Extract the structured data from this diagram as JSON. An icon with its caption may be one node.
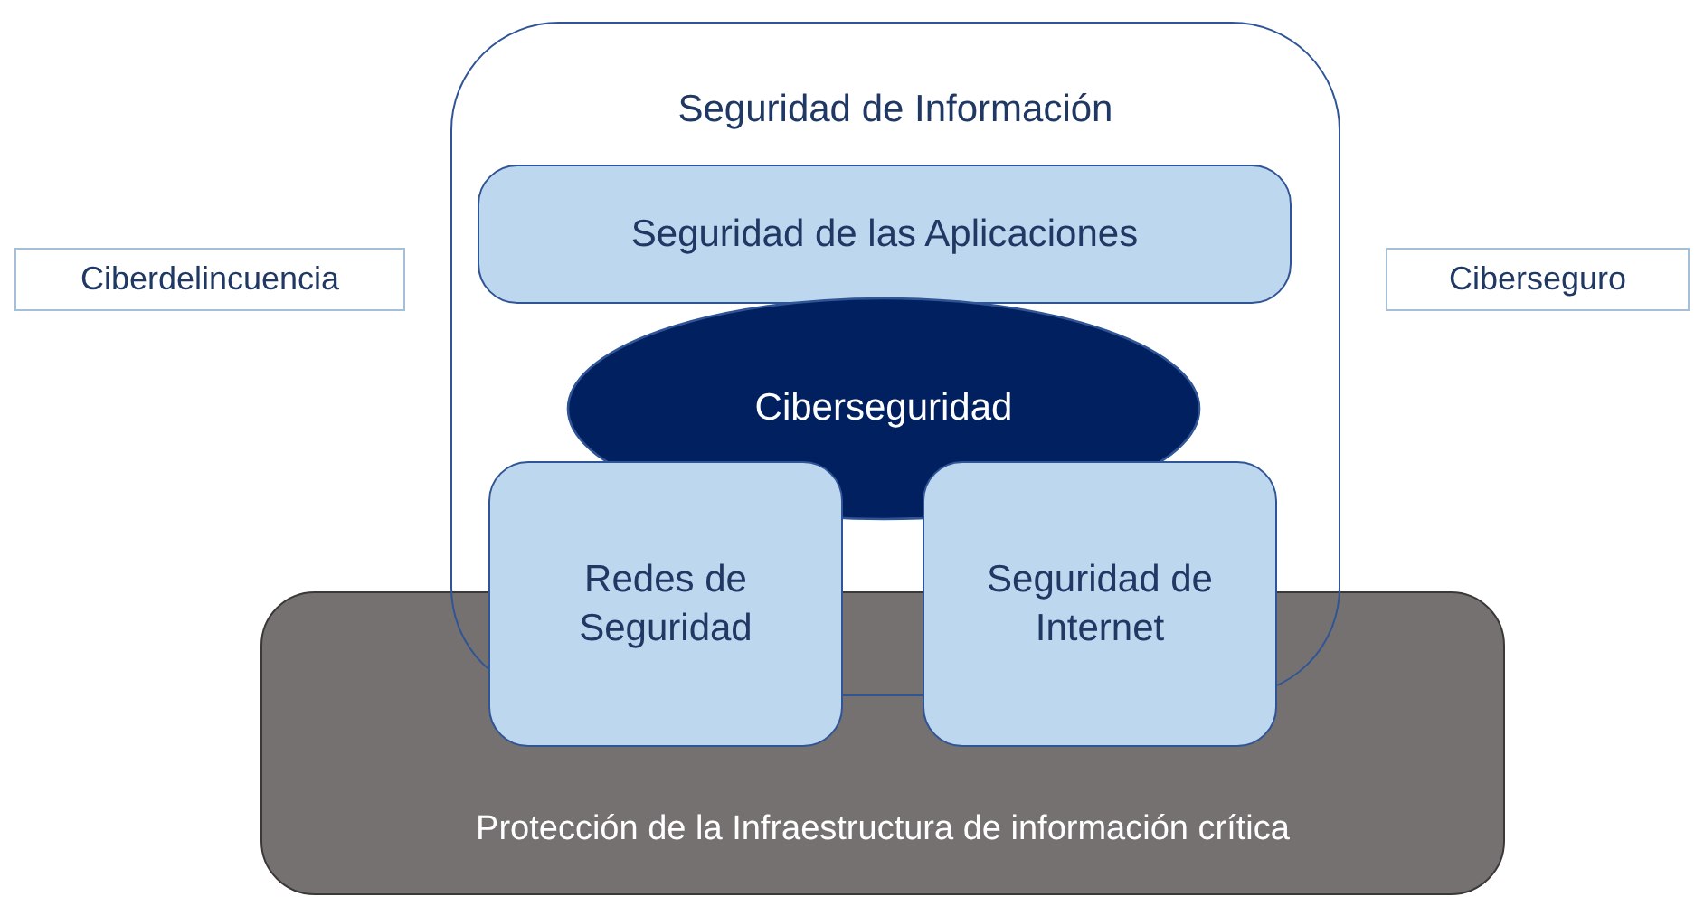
{
  "diagram": {
    "nodes": [
      {
        "text": [
          "Seguridad de Información"
        ]
      },
      {
        "text": [
          "Seguridad de las Aplicaciones"
        ],
        "in": 0
      },
      {
        "text": [
          "Ciberseguridad"
        ],
        "in": 0
      },
      {
        "text": [
          "Redes de Seguridad"
        ]
      },
      {
        "text": [
          "Seguridad de Internet"
        ]
      },
      {
        "text": [
          "Protección de la Infraestructura de información crítica"
        ]
      },
      {
        "text": [
          "Ciberdelincuencia"
        ]
      },
      {
        "text": [
          "Ciberseguro"
        ]
      }
    ],
    "edges": []
  }
}
